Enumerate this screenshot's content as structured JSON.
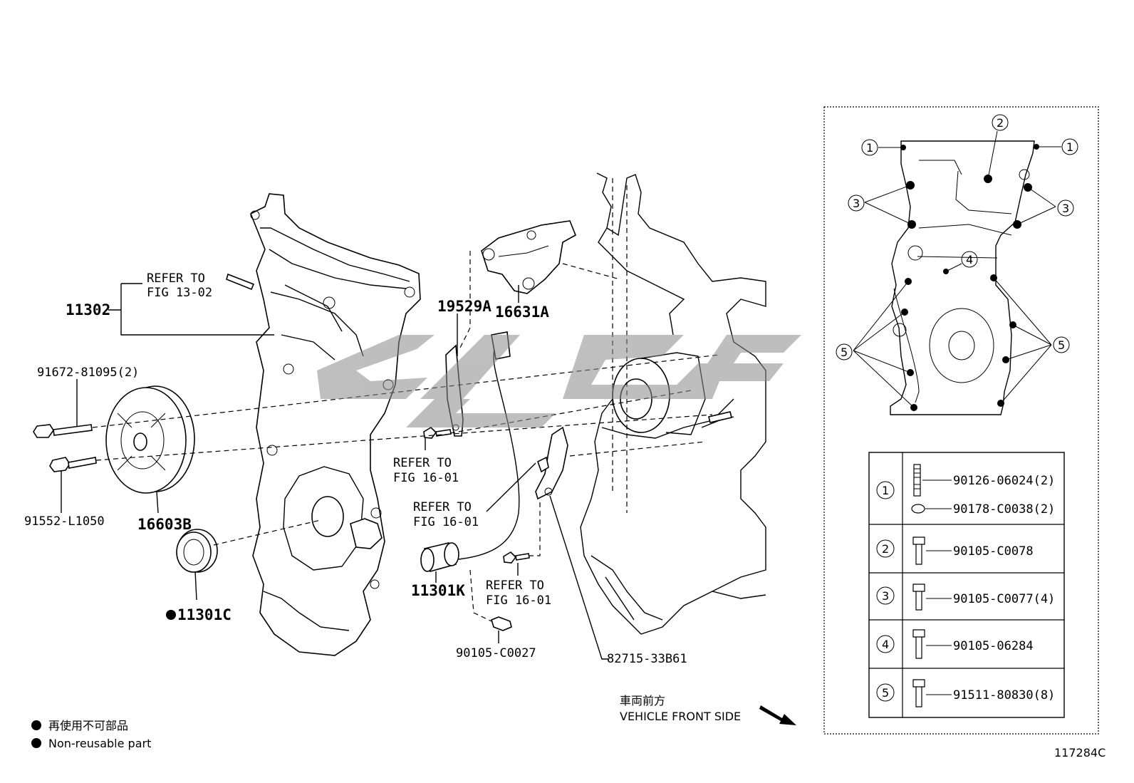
{
  "labels": {
    "p11302": "11302",
    "refer_13_02_a": "REFER TO",
    "refer_13_02_b": "FIG 13-02",
    "p91672": "91672-81095(2)",
    "p91552": "91552-L1050",
    "p16603B": "16603B",
    "p11301C": "11301C",
    "p19529A": "19529A",
    "p16631A": "16631A",
    "refer_16_01_1a": "REFER TO",
    "refer_16_01_1b": "FIG 16-01",
    "refer_16_01_2a": "REFER TO",
    "refer_16_01_2b": "FIG 16-01",
    "refer_16_01_3a": "REFER TO",
    "refer_16_01_3b": "FIG 16-01",
    "p11301K": "11301K",
    "p90105_C0027": "90105-C0027",
    "p82715": "82715-33B61",
    "front_jp": "車両前方",
    "front_en": "VEHICLE FRONT SIDE",
    "legend_jp": "再使用不可部品",
    "legend_en": "Non-reusable part",
    "figure_id": "117284C"
  },
  "callouts": {
    "c1": "1",
    "c2": "2",
    "c3": "3",
    "c4": "4",
    "c5": "5"
  },
  "bolt_table": [
    {
      "num": "1",
      "parts": [
        "90126-06024(2)",
        "90178-C0038(2)"
      ]
    },
    {
      "num": "2",
      "parts": [
        "90105-C0078"
      ]
    },
    {
      "num": "3",
      "parts": [
        "90105-C0077(4)"
      ]
    },
    {
      "num": "4",
      "parts": [
        "90105-06284"
      ]
    },
    {
      "num": "5",
      "parts": [
        "91511-80830(8)"
      ]
    }
  ]
}
